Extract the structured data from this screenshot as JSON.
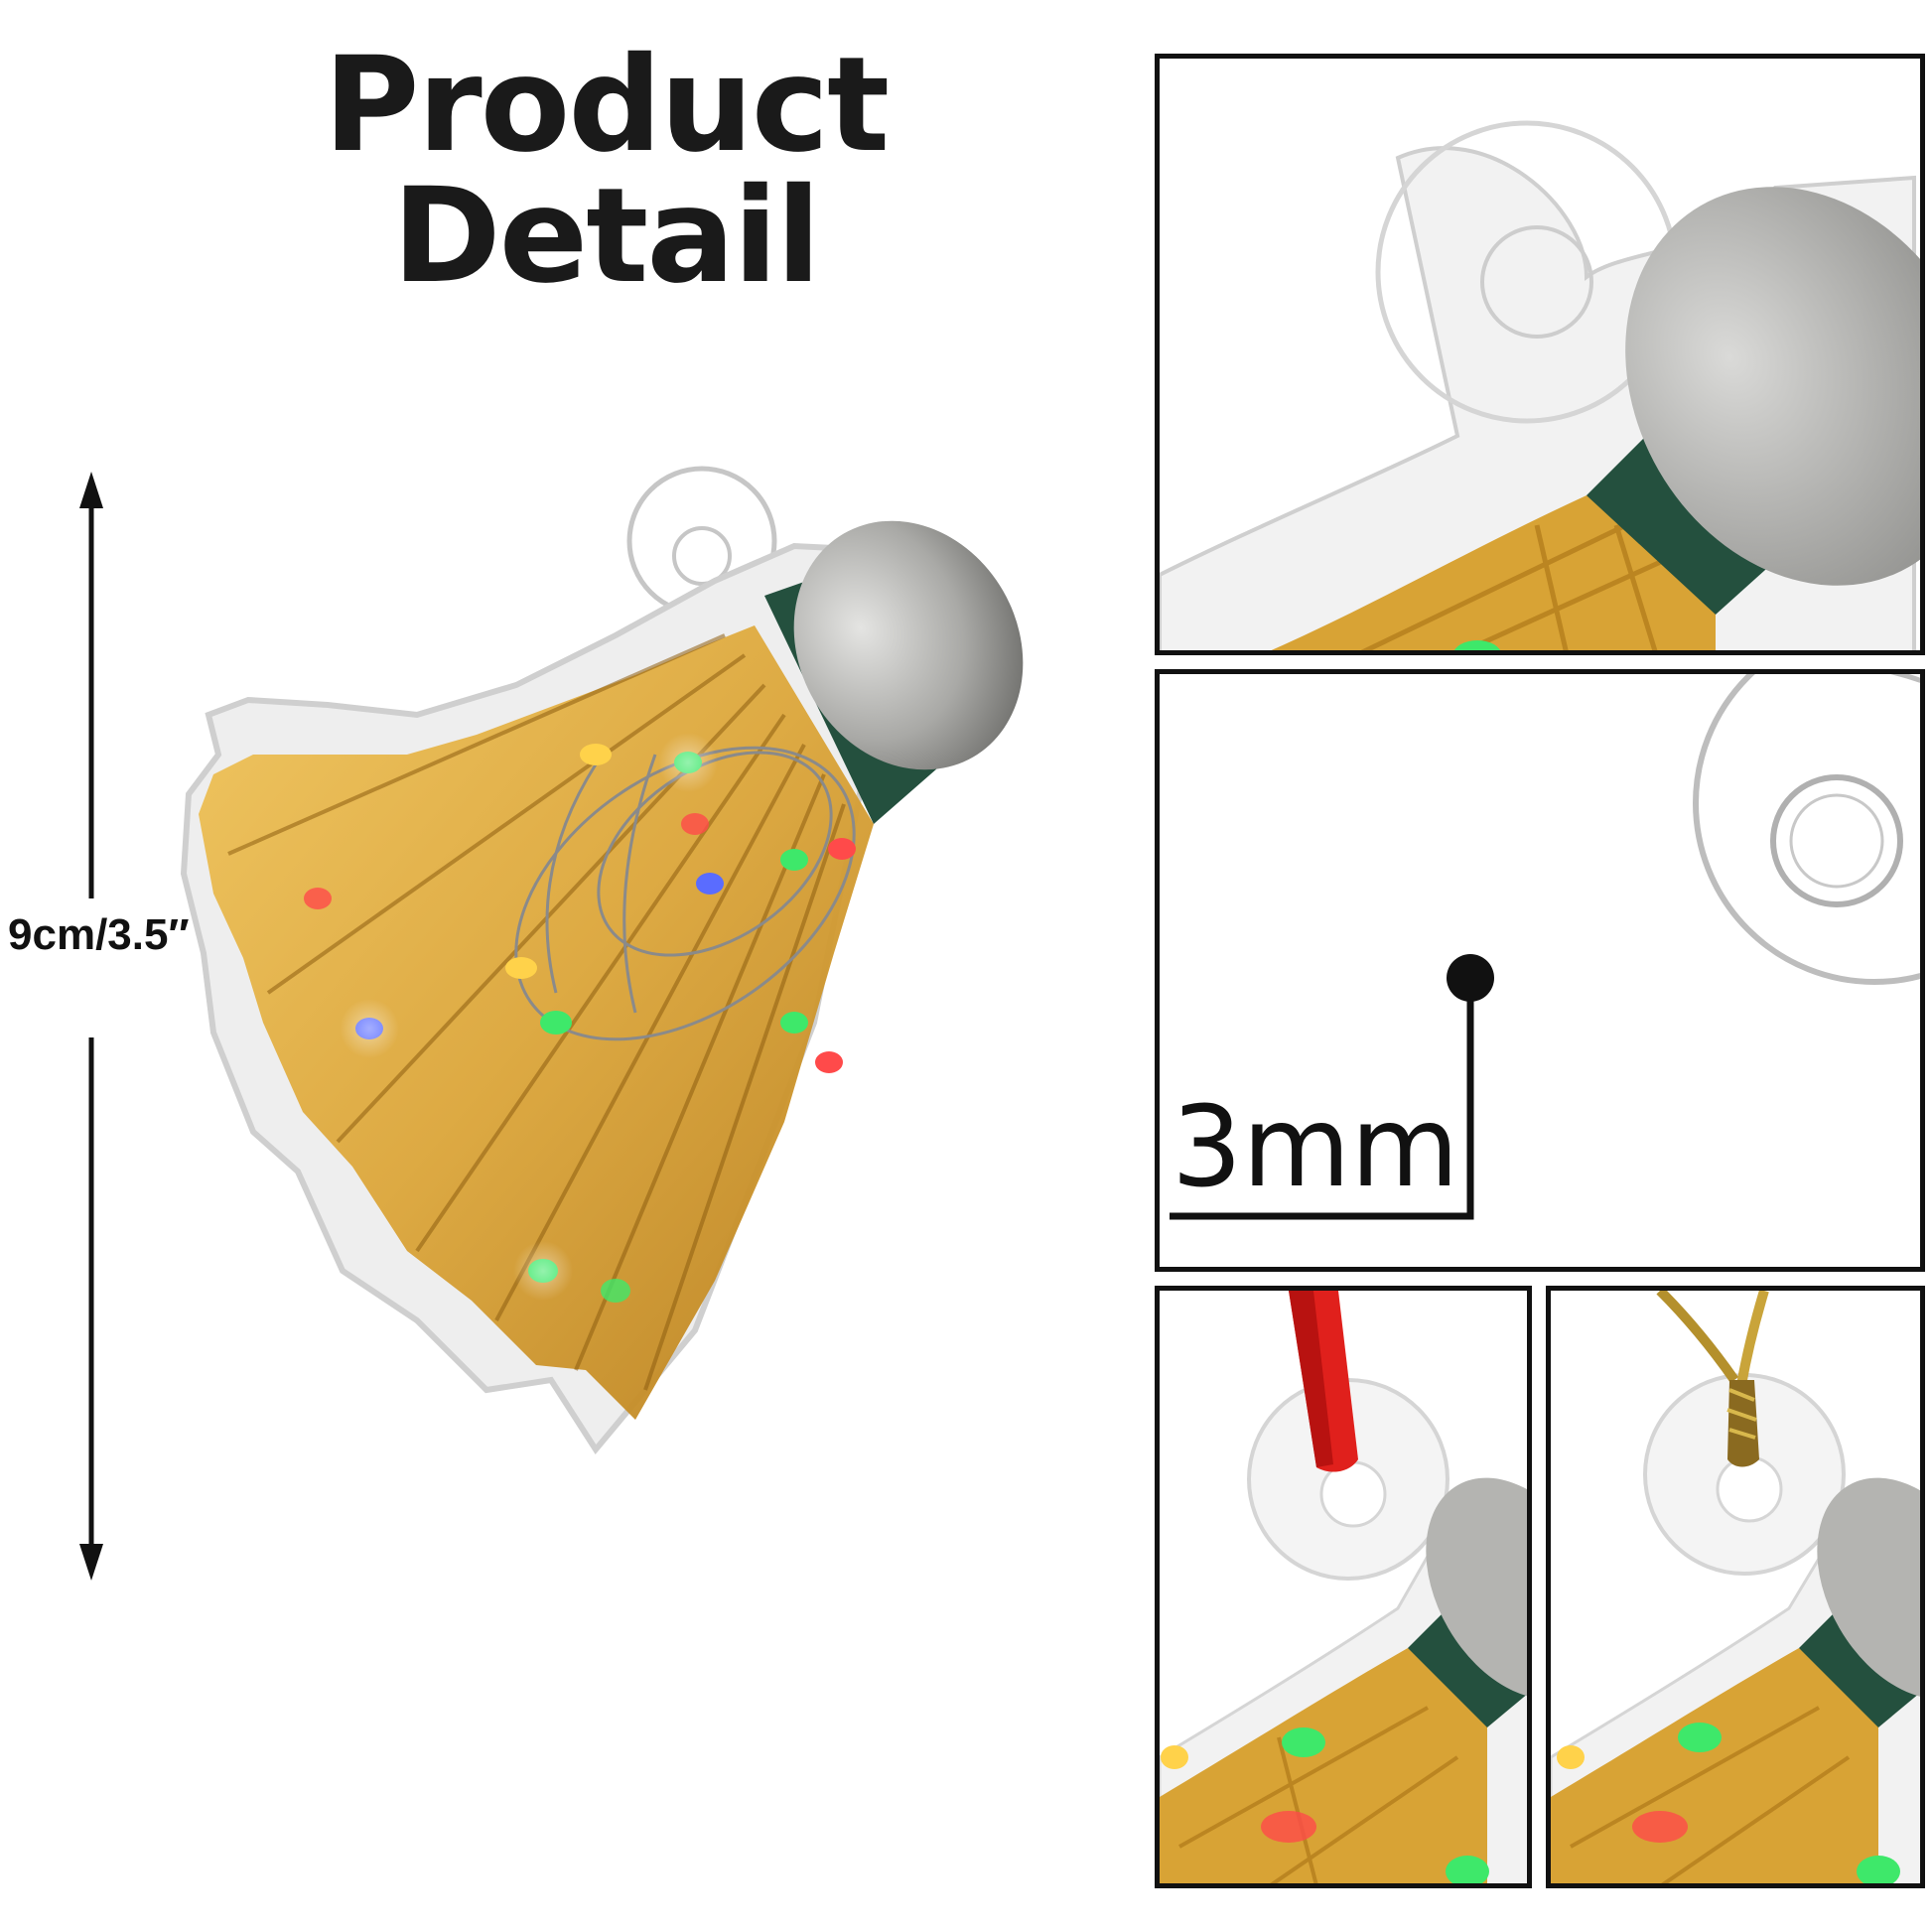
{
  "title": "Product Detail",
  "dimension_label": "9cm/3.5″",
  "thickness_label": "3mm",
  "colors": {
    "shade": "#d8a335",
    "shade_dark": "#a87214",
    "band": "#24503e",
    "cap": "#a9a9a6",
    "ribbon": "#e0201c",
    "cord": "#b4902c",
    "led_green": "#3ee86a",
    "led_red": "#ff4a4a",
    "led_blue": "#5a6cff",
    "led_yellow": "#ffd24a"
  }
}
